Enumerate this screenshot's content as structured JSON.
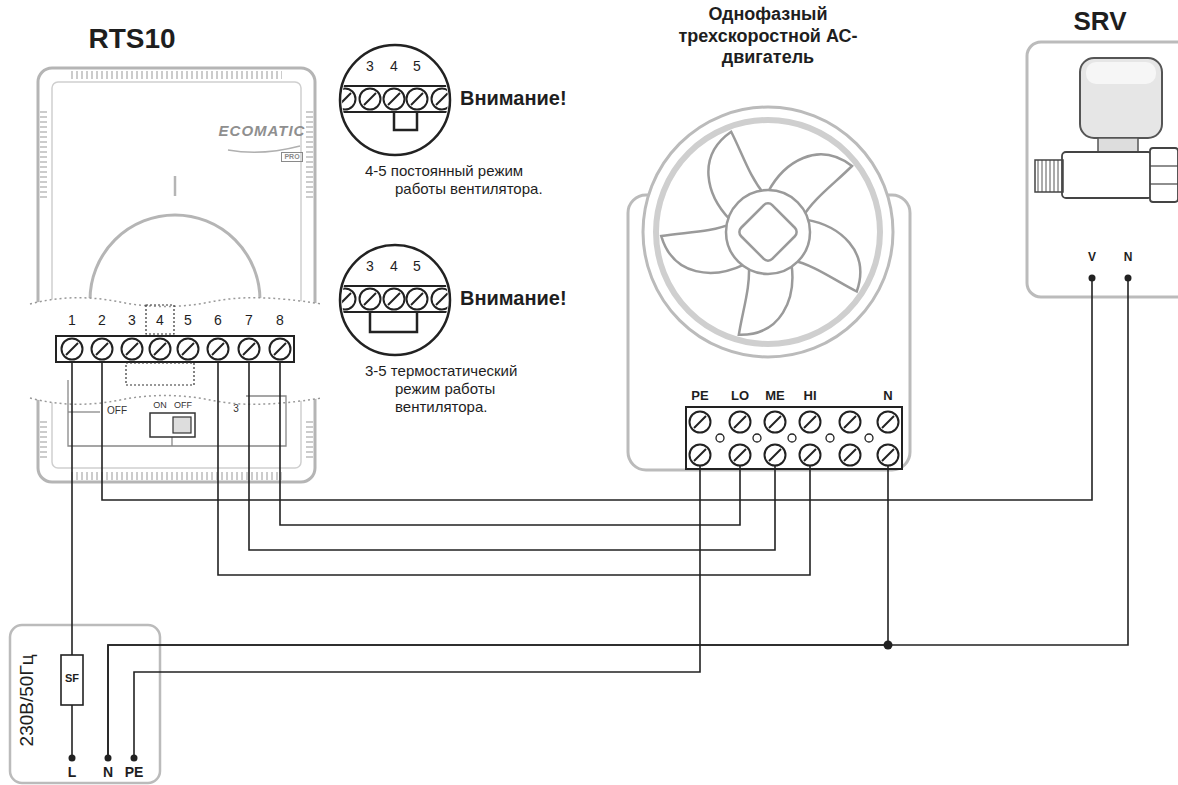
{
  "diagram": {
    "nodes": [
      {
        "text": [
          "RTS10",
          "ECOMATIC",
          "PRO"
        ]
      },
      {
        "text": [
          "1"
        ],
        "in": 0
      },
      {
        "text": [
          "2"
        ],
        "in": 0
      },
      {
        "text": [
          "3"
        ],
        "in": 0
      },
      {
        "text": [
          "4"
        ],
        "in": 0
      },
      {
        "text": [
          "5"
        ],
        "in": 0
      },
      {
        "text": [
          "6"
        ],
        "in": 0
      },
      {
        "text": [
          "7"
        ],
        "in": 0
      },
      {
        "text": [
          "8"
        ],
        "in": 0
      },
      {
        "text": [
          "3",
          "4",
          "5",
          "Внимание!"
        ]
      },
      {
        "text": [
          "3",
          "4",
          "5",
          "Внимание!"
        ]
      },
      {
        "text": [
          "Однофазный трехскоростной АС-двигатель"
        ]
      },
      {
        "text": [
          "PE"
        ],
        "in": 11
      },
      {
        "text": [
          "LO"
        ],
        "in": 11
      },
      {
        "text": [
          "ME"
        ],
        "in": 11
      },
      {
        "text": [
          "HI"
        ],
        "in": 11
      },
      {
        "text": [
          "N"
        ],
        "in": 11
      },
      {
        "text": [
          "SRV"
        ]
      },
      {
        "text": [
          "V"
        ],
        "in": 17
      },
      {
        "text": [
          "N"
        ],
        "in": 17
      },
      {
        "text": [
          "230В/50Гц"
        ]
      },
      {
        "text": [
          "SF"
        ],
        "in": 20
      },
      {
        "text": [
          "L"
        ],
        "in": 20
      },
      {
        "text": [
          "N"
        ],
        "in": 20
      },
      {
        "text": [
          "PE"
        ],
        "in": 20
      }
    ],
    "edges": [
      {
        "from": 1,
        "to": 21,
        "arrow": "none"
      },
      {
        "from": 21,
        "to": 22,
        "arrow": "none"
      },
      {
        "from": 2,
        "to": 18,
        "arrow": "none"
      },
      {
        "from": 8,
        "to": 13,
        "arrow": "none"
      },
      {
        "from": 7,
        "to": 14,
        "arrow": "none"
      },
      {
        "from": 6,
        "to": 15,
        "arrow": "none"
      },
      {
        "from": 23,
        "to": 16,
        "arrow": "none"
      },
      {
        "from": 23,
        "to": 19,
        "arrow": "none"
      },
      {
        "from": 24,
        "to": 12,
        "arrow": "none"
      }
    ],
    "labels": [
      "4-5 постоянный режим работы вентилятора.",
      "3-5 термостатический режим работы вентилятора.",
      "OFF",
      "ON",
      "OFF",
      "3"
    ]
  }
}
